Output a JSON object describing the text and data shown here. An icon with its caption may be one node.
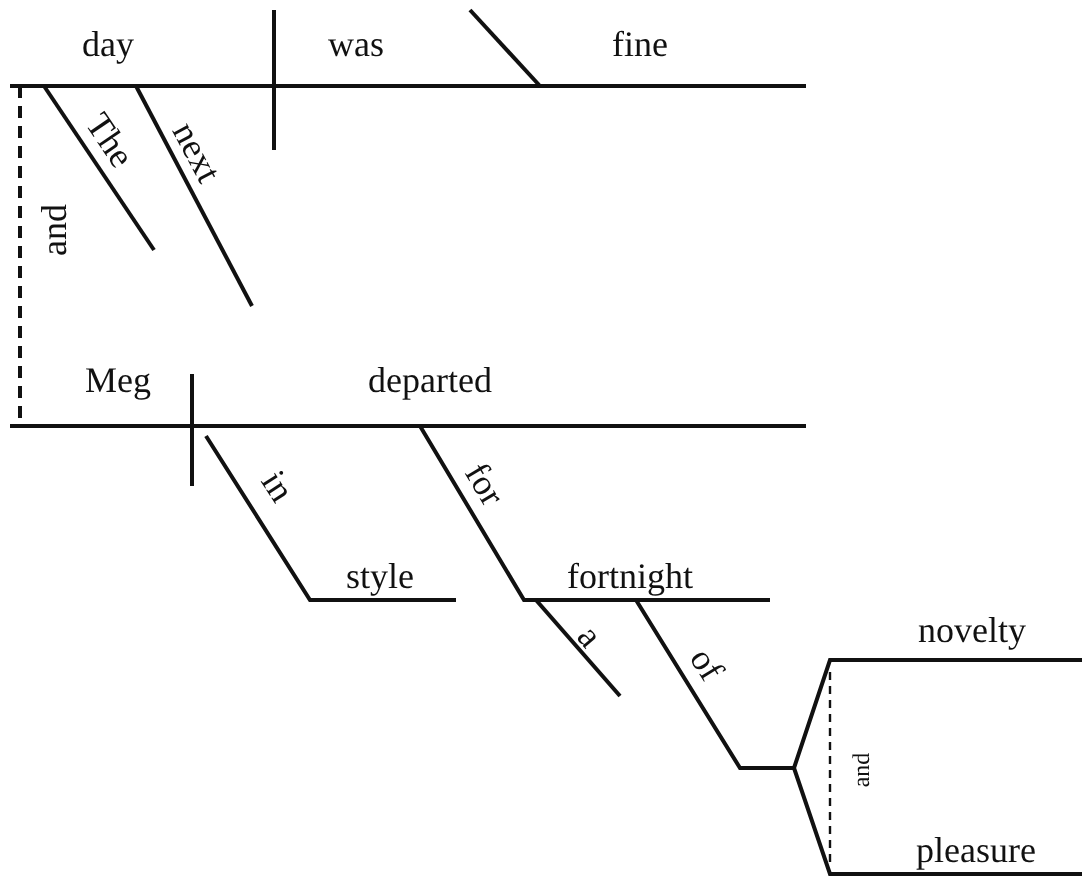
{
  "diagram": {
    "labels": [
      "day",
      "was",
      "fine",
      "The",
      "next",
      "and",
      "Meg",
      "departed",
      "in",
      "style",
      "for",
      "fortnight",
      "a",
      "of",
      "novelty",
      "and",
      "pleasure"
    ]
  }
}
